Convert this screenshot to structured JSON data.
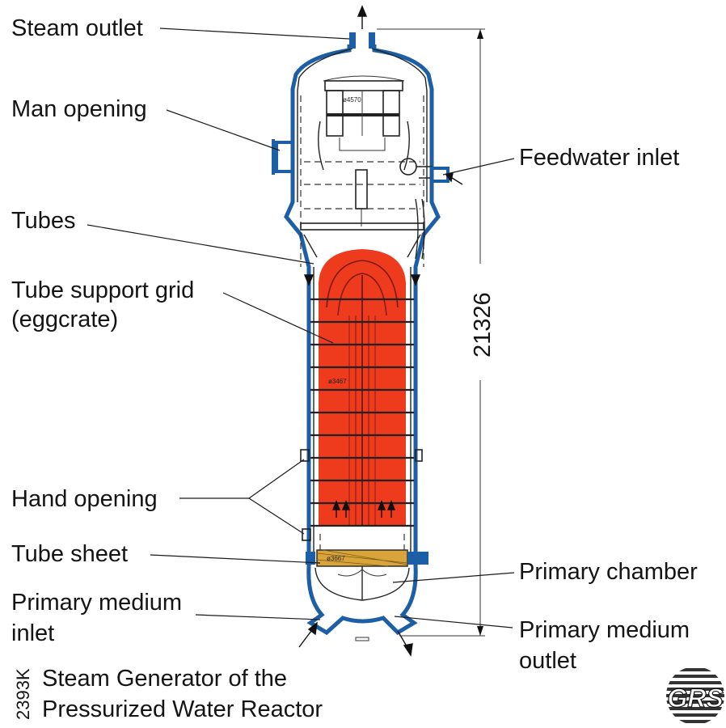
{
  "labels": {
    "steam_outlet": "Steam outlet",
    "man_opening": "Man opening",
    "feedwater_inlet": "Feedwater inlet",
    "tubes": "Tubes",
    "tube_support_grid_line1": "Tube support grid",
    "tube_support_grid_line2": "(eggcrate)",
    "hand_opening": "Hand opening",
    "tube_sheet": "Tube sheet",
    "primary_chamber": "Primary chamber",
    "primary_medium_inlet_line1": "Primary medium",
    "primary_medium_inlet_line2": "inlet",
    "primary_medium_outlet_line1": "Primary medium",
    "primary_medium_outlet_line2": "outlet"
  },
  "dimensions": {
    "overall_height": "21326",
    "upper_diameter": "ø4570",
    "bundle_diameter": "ø3467",
    "sheet_diameter": "ø3667"
  },
  "caption": {
    "code": "2393K",
    "line1": "Steam Generator of the",
    "line2": "Pressurized Water Reactor"
  },
  "logo": {
    "text": "GRS"
  },
  "colors": {
    "tube_bundle": "#ee3a1d",
    "tube_sheet": "#d9a53a",
    "vessel_wall": "#1d5fa6"
  }
}
